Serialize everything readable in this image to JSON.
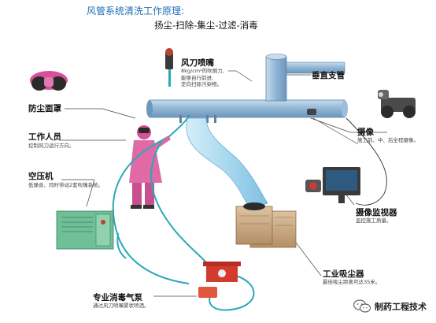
{
  "title": "风管系统清洗工作原理:",
  "subtitle": "扬尘-扫除-集尘-过滤-消毒",
  "components": {
    "nozzle": {
      "label": "风刀喷嘴",
      "desc": [
        "8kg/cm²的吹刷力,",
        "能够自行前进,",
        "定向扫除污染物。"
      ]
    },
    "support": {
      "label": "垂直支管"
    },
    "mask": {
      "label": "防尘面罩"
    },
    "worker": {
      "label": "工作人员",
      "desc": [
        "控制风刀运行方向。"
      ]
    },
    "camera": {
      "label": "摄像",
      "desc": [
        "施工前、中、后全程摄像。"
      ]
    },
    "compressor": {
      "label": "空压机",
      "desc": [
        "低噪音、同时带动2套吹嘴系统。"
      ]
    },
    "monitor": {
      "label": "摄像监视器",
      "desc": [
        "监控施工质量。"
      ]
    },
    "collector": {
      "label": "工业吸尘器",
      "desc": [
        "最佳吸尘距离可达35米。"
      ]
    },
    "sprayer": {
      "label": "专业消毒气泵",
      "desc": [
        "通过风刀喷嘴雾状喷洒。"
      ]
    }
  },
  "watermark": {
    "text": "制药工程技术"
  },
  "colors": {
    "title": "#1f6fb5",
    "duct": "#8fb4d4",
    "hose": "#2aa8b8",
    "leader": "#444444",
    "cabinet": "#c9a884"
  }
}
